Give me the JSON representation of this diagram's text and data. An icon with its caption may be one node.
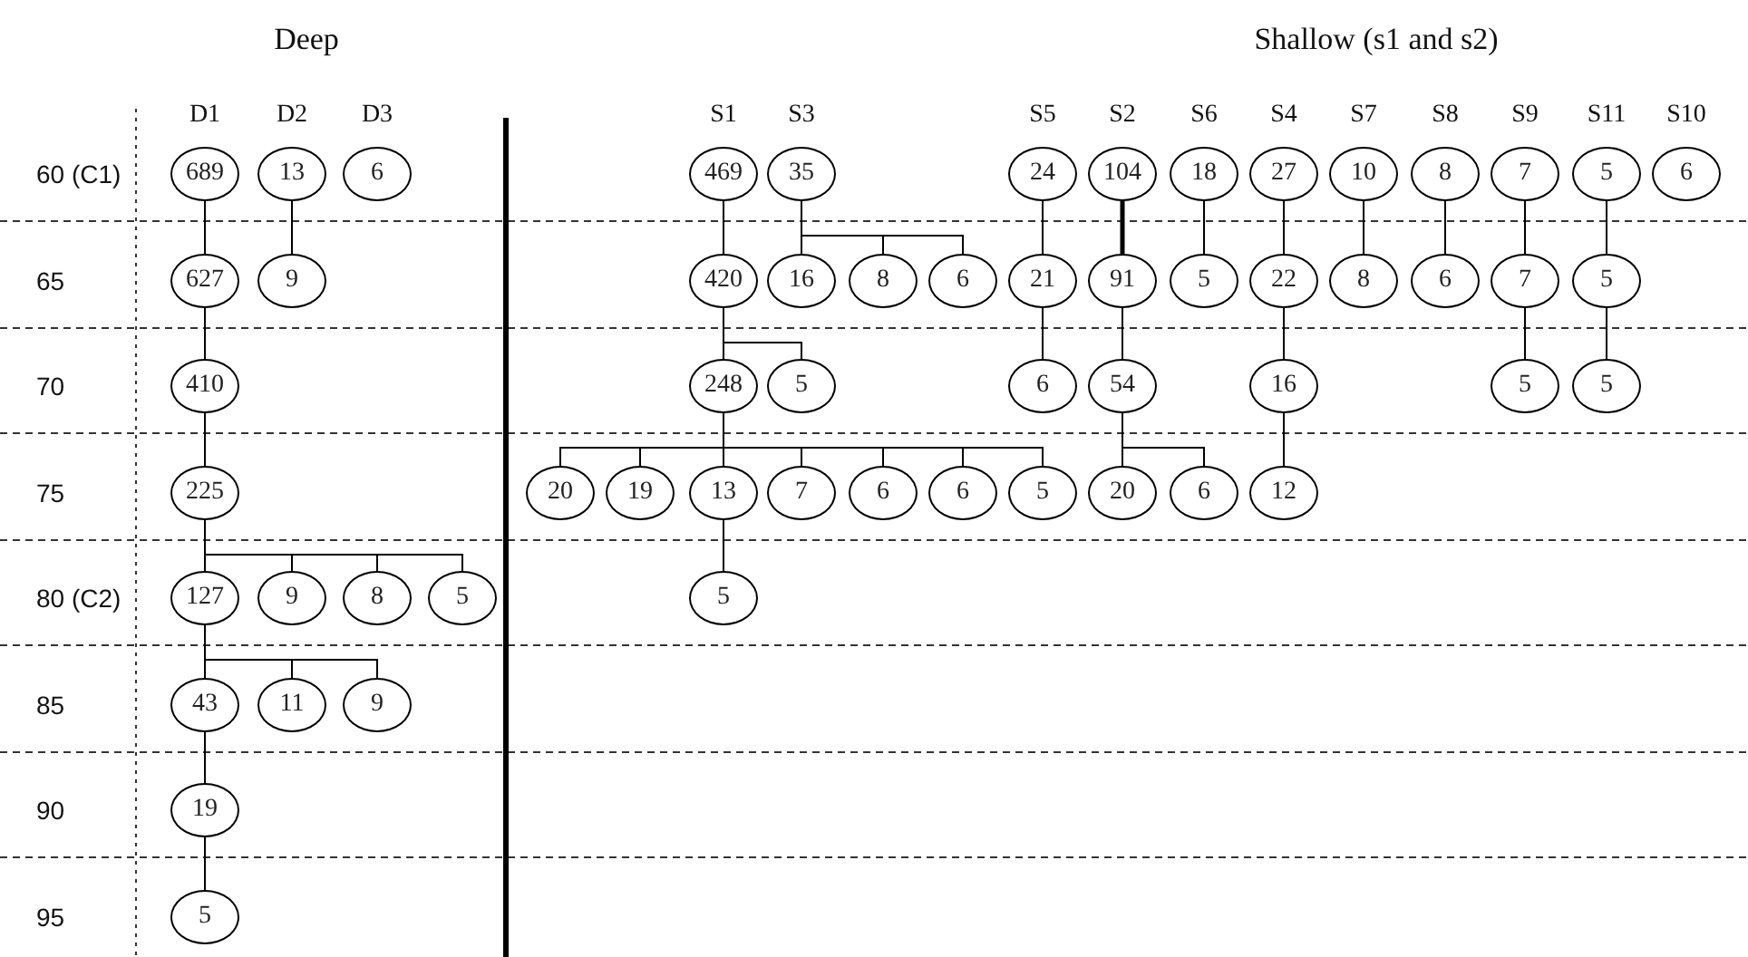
{
  "diagram": {
    "nodes": [
      {
        "text": [
          "689"
        ]
      },
      {
        "text": [
          "13"
        ]
      },
      {
        "text": [
          "6"
        ]
      },
      {
        "text": [
          "469"
        ]
      },
      {
        "text": [
          "35"
        ]
      },
      {
        "text": [
          "24"
        ]
      },
      {
        "text": [
          "104"
        ]
      },
      {
        "text": [
          "18"
        ]
      },
      {
        "text": [
          "27"
        ]
      },
      {
        "text": [
          "10"
        ]
      },
      {
        "text": [
          "8"
        ]
      },
      {
        "text": [
          "7"
        ]
      },
      {
        "text": [
          "5"
        ]
      },
      {
        "text": [
          "6"
        ]
      },
      {
        "text": [
          "627"
        ]
      },
      {
        "text": [
          "9"
        ]
      },
      {
        "text": [
          "420"
        ]
      },
      {
        "text": [
          "16"
        ]
      },
      {
        "text": [
          "8"
        ]
      },
      {
        "text": [
          "6"
        ]
      },
      {
        "text": [
          "21"
        ]
      },
      {
        "text": [
          "91"
        ]
      },
      {
        "text": [
          "5"
        ]
      },
      {
        "text": [
          "22"
        ]
      },
      {
        "text": [
          "8"
        ]
      },
      {
        "text": [
          "6"
        ]
      },
      {
        "text": [
          "7"
        ]
      },
      {
        "text": [
          "5"
        ]
      },
      {
        "text": [
          "410"
        ]
      },
      {
        "text": [
          "248"
        ]
      },
      {
        "text": [
          "5"
        ]
      },
      {
        "text": [
          "6"
        ]
      },
      {
        "text": [
          "54"
        ]
      },
      {
        "text": [
          "16"
        ]
      },
      {
        "text": [
          "5"
        ]
      },
      {
        "text": [
          "5"
        ]
      },
      {
        "text": [
          "225"
        ]
      },
      {
        "text": [
          "20"
        ]
      },
      {
        "text": [
          "19"
        ]
      },
      {
        "text": [
          "13"
        ]
      },
      {
        "text": [
          "7"
        ]
      },
      {
        "text": [
          "6"
        ]
      },
      {
        "text": [
          "6"
        ]
      },
      {
        "text": [
          "5"
        ]
      },
      {
        "text": [
          "20"
        ]
      },
      {
        "text": [
          "6"
        ]
      },
      {
        "text": [
          "12"
        ]
      },
      {
        "text": [
          "127"
        ]
      },
      {
        "text": [
          "9"
        ]
      },
      {
        "text": [
          "8"
        ]
      },
      {
        "text": [
          "5"
        ]
      },
      {
        "text": [
          "5"
        ]
      },
      {
        "text": [
          "43"
        ]
      },
      {
        "text": [
          "11"
        ]
      },
      {
        "text": [
          "9"
        ]
      },
      {
        "text": [
          "19"
        ]
      },
      {
        "text": [
          "5"
        ]
      }
    ],
    "edges": [
      {
        "from": 0,
        "to": 14,
        "arrow": "none"
      },
      {
        "from": 1,
        "to": 15,
        "arrow": "none"
      },
      {
        "from": 14,
        "to": 28,
        "arrow": "none"
      },
      {
        "from": 28,
        "to": 36,
        "arrow": "none"
      },
      {
        "from": 36,
        "to": 47,
        "arrow": "none"
      },
      {
        "from": 36,
        "to": 48,
        "arrow": "none"
      },
      {
        "from": 36,
        "to": 49,
        "arrow": "none"
      },
      {
        "from": 36,
        "to": 50,
        "arrow": "none"
      },
      {
        "from": 47,
        "to": 52,
        "arrow": "none"
      },
      {
        "from": 47,
        "to": 53,
        "arrow": "none"
      },
      {
        "from": 47,
        "to": 54,
        "arrow": "none"
      },
      {
        "from": 52,
        "to": 55,
        "arrow": "none"
      },
      {
        "from": 55,
        "to": 56,
        "arrow": "none"
      },
      {
        "from": 3,
        "to": 16,
        "arrow": "none"
      },
      {
        "from": 4,
        "to": 17,
        "arrow": "none"
      },
      {
        "from": 4,
        "to": 18,
        "arrow": "none"
      },
      {
        "from": 4,
        "to": 19,
        "arrow": "none"
      },
      {
        "from": 5,
        "to": 20,
        "arrow": "none"
      },
      {
        "from": 6,
        "to": 21,
        "arrow": "none",
        "style": "thick"
      },
      {
        "from": 7,
        "to": 22,
        "arrow": "none"
      },
      {
        "from": 8,
        "to": 23,
        "arrow": "none"
      },
      {
        "from": 9,
        "to": 24,
        "arrow": "none"
      },
      {
        "from": 10,
        "to": 25,
        "arrow": "none"
      },
      {
        "from": 11,
        "to": 26,
        "arrow": "none"
      },
      {
        "from": 12,
        "to": 27,
        "arrow": "none"
      },
      {
        "from": 16,
        "to": 29,
        "arrow": "none"
      },
      {
        "from": 16,
        "to": 30,
        "arrow": "none"
      },
      {
        "from": 20,
        "to": 31,
        "arrow": "none"
      },
      {
        "from": 21,
        "to": 32,
        "arrow": "none"
      },
      {
        "from": 23,
        "to": 33,
        "arrow": "none"
      },
      {
        "from": 26,
        "to": 34,
        "arrow": "none"
      },
      {
        "from": 27,
        "to": 35,
        "arrow": "none"
      },
      {
        "from": 29,
        "to": 37,
        "arrow": "none"
      },
      {
        "from": 29,
        "to": 38,
        "arrow": "none"
      },
      {
        "from": 29,
        "to": 39,
        "arrow": "none"
      },
      {
        "from": 29,
        "to": 40,
        "arrow": "none"
      },
      {
        "from": 29,
        "to": 41,
        "arrow": "none"
      },
      {
        "from": 29,
        "to": 42,
        "arrow": "none"
      },
      {
        "from": 29,
        "to": 43,
        "arrow": "none"
      },
      {
        "from": 32,
        "to": 44,
        "arrow": "none"
      },
      {
        "from": 32,
        "to": 45,
        "arrow": "none"
      },
      {
        "from": 33,
        "to": 46,
        "arrow": "none"
      },
      {
        "from": 39,
        "to": 51,
        "arrow": "none"
      }
    ],
    "labels": [
      "Deep",
      "Shallow (s1 and s2)",
      "D1",
      "D2",
      "D3",
      "S1",
      "S3",
      "S5",
      "S2",
      "S6",
      "S4",
      "S7",
      "S8",
      "S9",
      "S11",
      "S10",
      "60 (C1)",
      "65",
      "70",
      "75",
      "80 (C2)",
      "85",
      "90",
      "95"
    ]
  }
}
